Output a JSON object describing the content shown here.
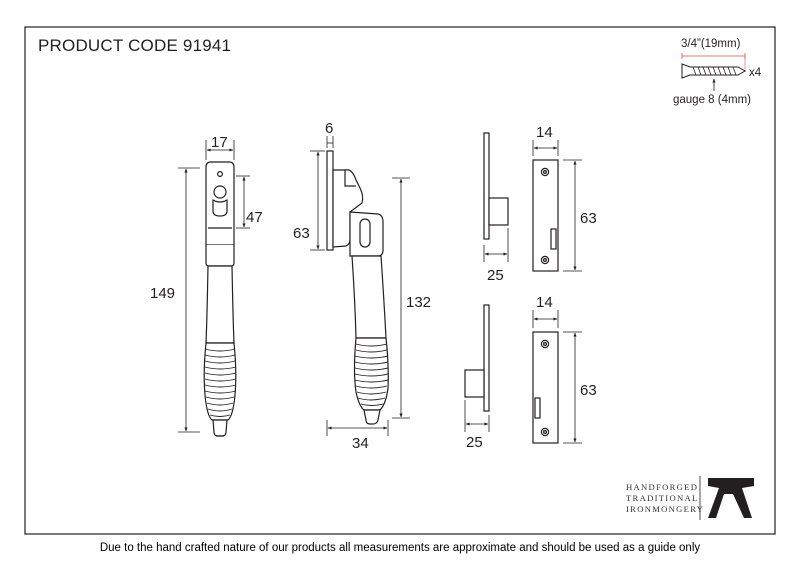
{
  "product_code": "PRODUCT CODE 91941",
  "screw": {
    "length_label": "3/4”(19mm)",
    "quantity_label": "x4",
    "gauge_label": "gauge 8 (4mm)"
  },
  "front_view": {
    "width_label": "17",
    "upper_label": "47",
    "height_label": "149"
  },
  "side_view": {
    "thickness_label": "6",
    "plate_label": "63",
    "height_label": "132",
    "depth_label": "34"
  },
  "keep_top": {
    "width_label": "14",
    "height_label": "63",
    "projection_label": "25"
  },
  "keep_bottom": {
    "width_label": "14",
    "height_label": "63",
    "projection_label": "25"
  },
  "brand": {
    "line1": "HANDFORGED",
    "line2": "TRADITIONAL",
    "line3": "IRONMONGERY"
  },
  "footer_note": "Due to the hand crafted nature of our products all measurements are approximate and should be used as a guide only",
  "colors": {
    "ink": "#231f20",
    "screw_accent": "#d9534f"
  }
}
